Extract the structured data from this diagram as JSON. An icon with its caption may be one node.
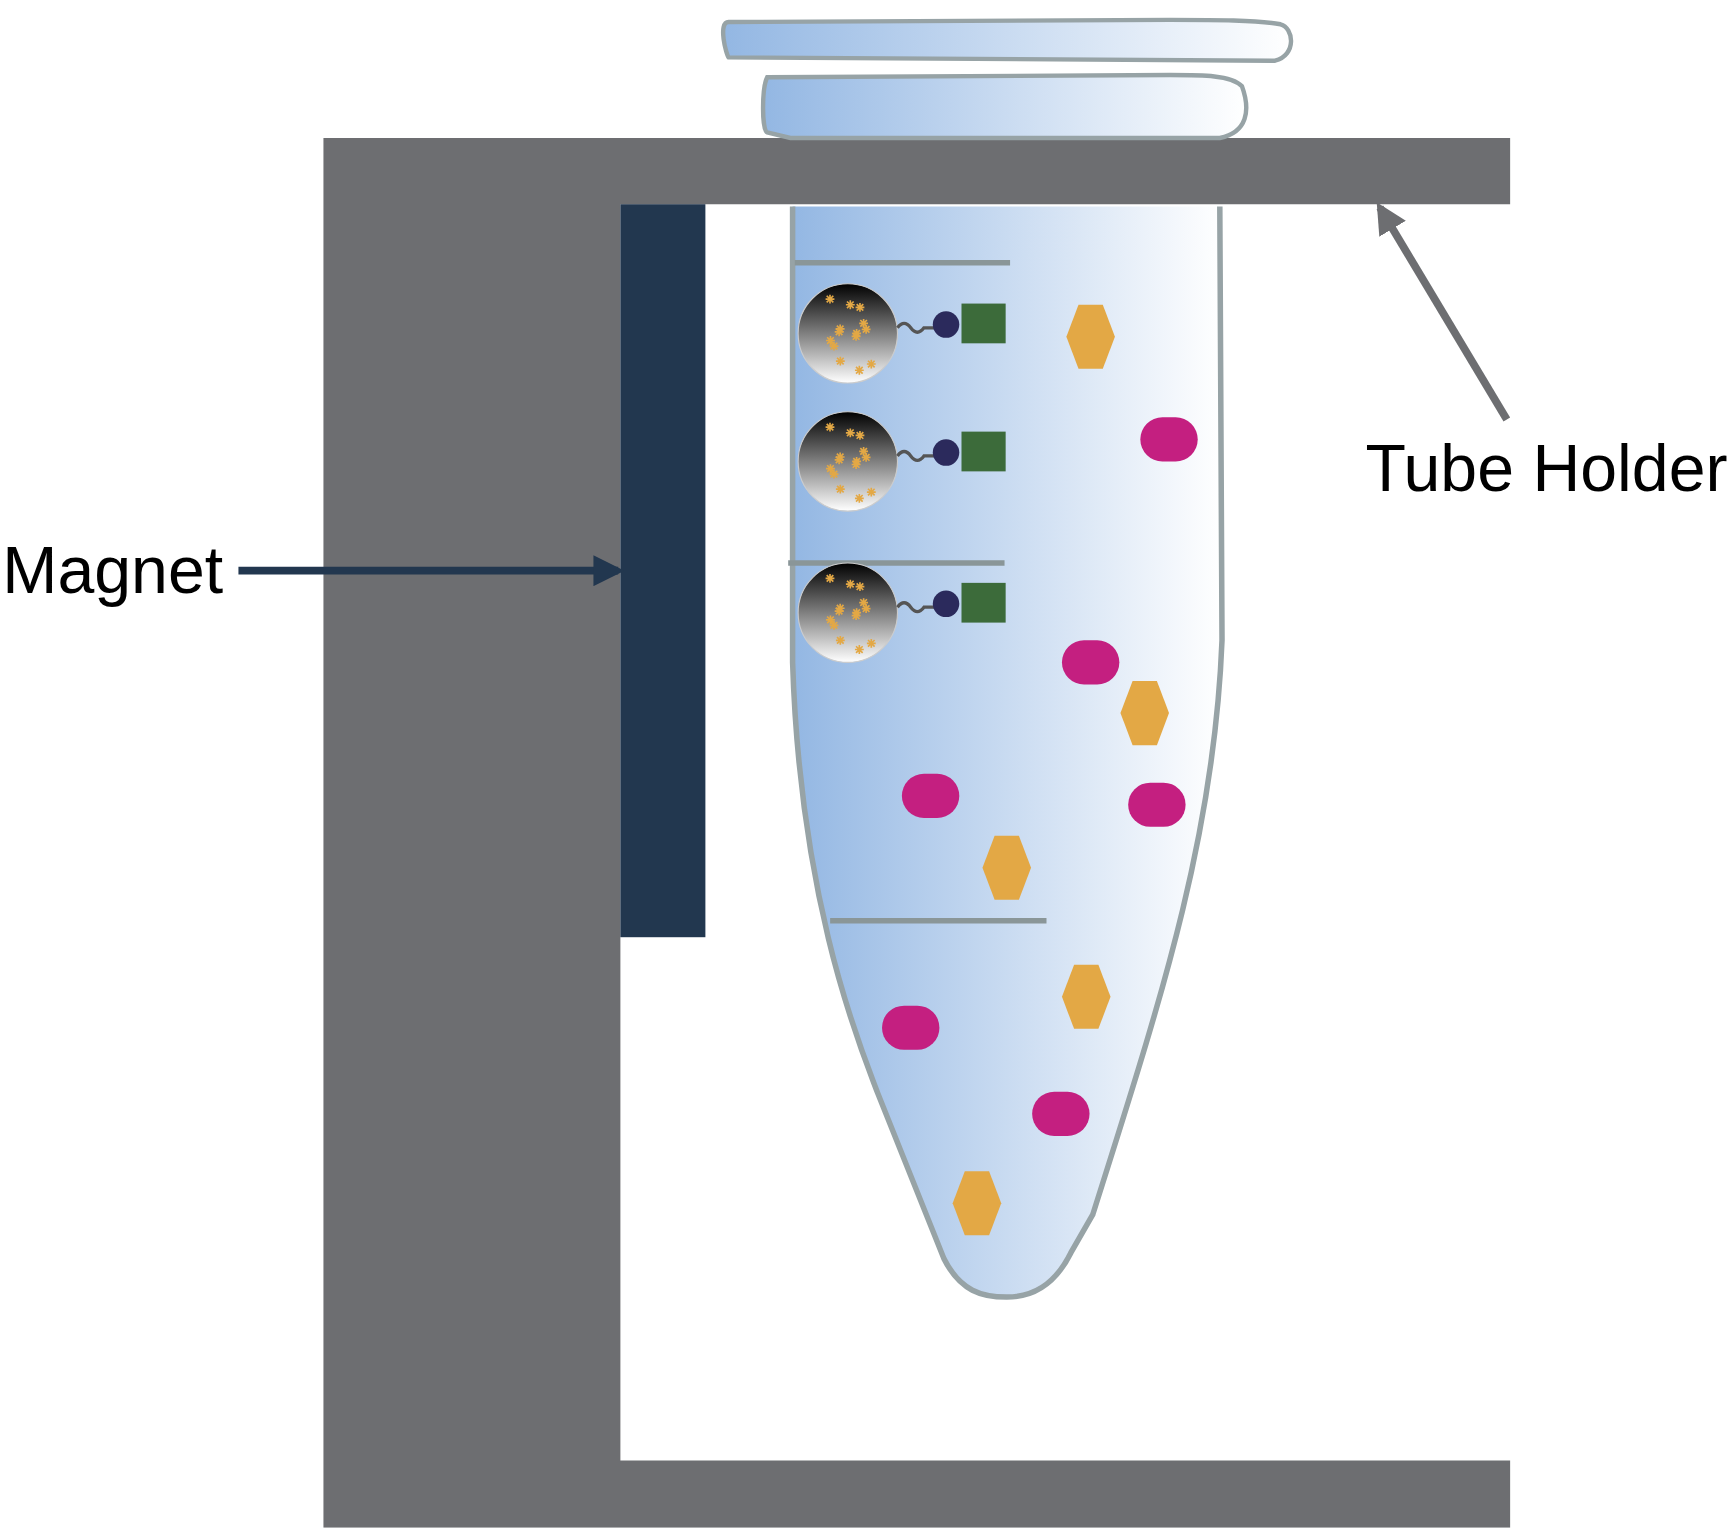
{
  "diagram": {
    "nodes": [
      {
        "text": [
          "Magnet"
        ]
      },
      {
        "text": [],
        "shape": "bar"
      },
      {
        "text": [
          "Tube Holder"
        ]
      },
      {
        "text": [],
        "shape": "box"
      }
    ],
    "edges": [
      {
        "from": 0,
        "to": 1,
        "arrow": "to",
        "color": "#22374f"
      },
      {
        "from": 2,
        "to": 3,
        "arrow": "to"
      }
    ]
  }
}
